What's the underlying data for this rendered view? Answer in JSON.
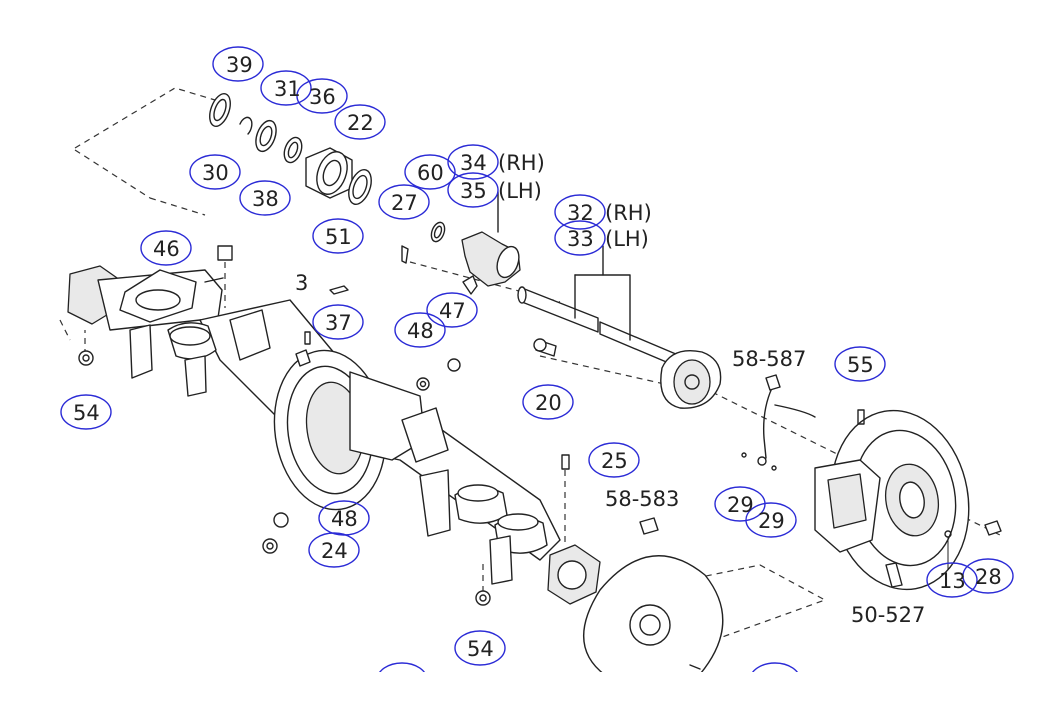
{
  "callouts": [
    {
      "id": "c39",
      "text": "39",
      "circled": true
    },
    {
      "id": "c31",
      "text": "31",
      "circled": true
    },
    {
      "id": "c36",
      "text": "36",
      "circled": true
    },
    {
      "id": "c22",
      "text": "22",
      "circled": true
    },
    {
      "id": "c30",
      "text": "30",
      "circled": true
    },
    {
      "id": "c38",
      "text": "38",
      "circled": true
    },
    {
      "id": "c60",
      "text": "60",
      "circled": true
    },
    {
      "id": "c34",
      "text": "34",
      "suffix": "(RH)",
      "circled": true
    },
    {
      "id": "c35",
      "text": "35",
      "suffix": "(LH)",
      "circled": true
    },
    {
      "id": "c27",
      "text": "27",
      "circled": true
    },
    {
      "id": "c32",
      "text": "32",
      "suffix": "(RH)",
      "circled": true
    },
    {
      "id": "c33",
      "text": "33",
      "suffix": "(LH)",
      "circled": true
    },
    {
      "id": "c46",
      "text": "46",
      "circled": true
    },
    {
      "id": "c51",
      "text": "51",
      "circled": true
    },
    {
      "id": "c3",
      "text": "3",
      "circled": false
    },
    {
      "id": "c37",
      "text": "37",
      "circled": true
    },
    {
      "id": "c48a",
      "text": "48",
      "circled": true
    },
    {
      "id": "c47",
      "text": "47",
      "circled": true
    },
    {
      "id": "c54a",
      "text": "54",
      "circled": true
    },
    {
      "id": "c20",
      "text": "20",
      "circled": true
    },
    {
      "id": "c58587",
      "text": "58-587",
      "circled": false
    },
    {
      "id": "c55",
      "text": "55",
      "circled": true
    },
    {
      "id": "c25",
      "text": "25",
      "circled": true
    },
    {
      "id": "c58583",
      "text": "58-583",
      "circled": false
    },
    {
      "id": "c29a",
      "text": "29",
      "circled": true
    },
    {
      "id": "c29b",
      "text": "29",
      "circled": true
    },
    {
      "id": "c48b",
      "text": "48",
      "circled": true
    },
    {
      "id": "c24",
      "text": "24",
      "circled": true
    },
    {
      "id": "c13",
      "text": "13",
      "circled": true
    },
    {
      "id": "c28",
      "text": "28",
      "circled": true
    },
    {
      "id": "c50527",
      "text": "50-527",
      "circled": false
    },
    {
      "id": "c54b",
      "text": "54",
      "circled": true
    }
  ],
  "colors": {
    "bubble": "#2b2bd6",
    "line": "#222222",
    "background": "#ffffff"
  }
}
